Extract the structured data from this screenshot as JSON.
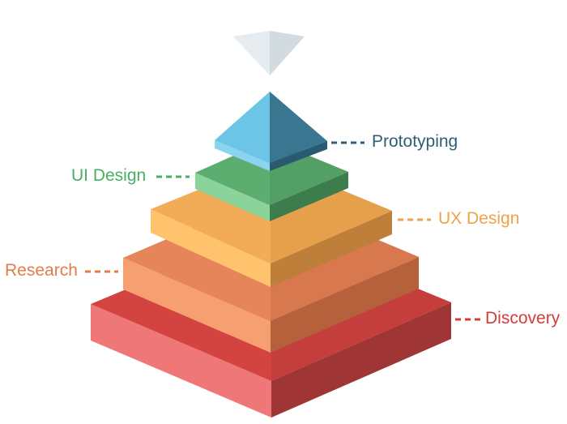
{
  "layers": [
    {
      "id": "discovery",
      "label": "Discovery",
      "color": "#dd4a47",
      "label_color": "#d63b3b",
      "label_side": "right"
    },
    {
      "id": "research",
      "label": "Research",
      "color": "#f28d5c",
      "label_color": "#e47c47",
      "label_side": "left"
    },
    {
      "id": "ux-design",
      "label": "UX Design",
      "color": "#f9b15e",
      "label_color": "#eea24b",
      "label_side": "right"
    },
    {
      "id": "ui-design",
      "label": "UI Design",
      "color": "#63b978",
      "label_color": "#49ae63",
      "label_side": "left"
    },
    {
      "id": "prototyping",
      "label": "Prototyping",
      "color": "#5bb7da",
      "label_color": "#2f5e74",
      "label_side": "right"
    }
  ],
  "top_piece": {
    "color": "#dfe6ea"
  }
}
